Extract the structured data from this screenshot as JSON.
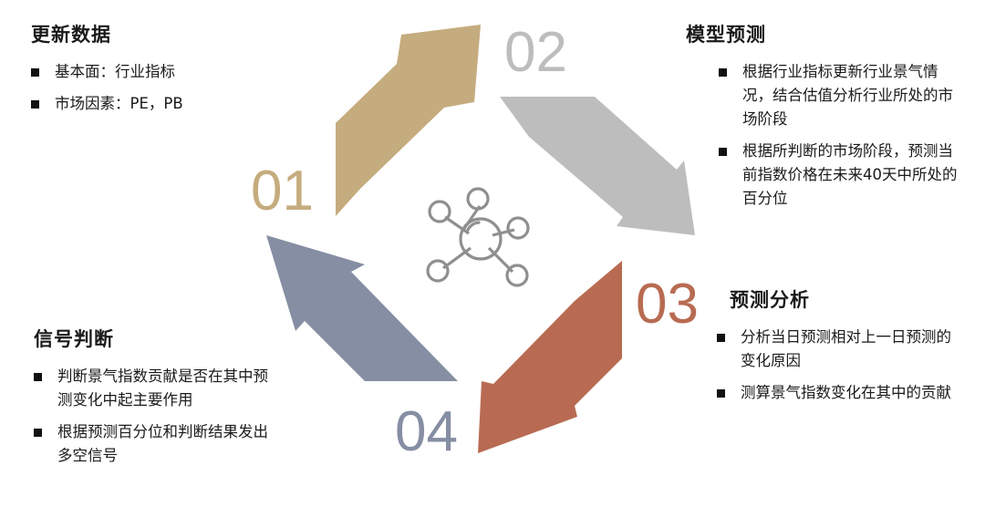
{
  "colors": {
    "step1": "#c5ac7e",
    "step2": "#bdbdbd",
    "step3": "#b86b52",
    "step4": "#868ea3",
    "hub": "#8f8f8f"
  },
  "hub": {
    "icon": "molecule-network-icon"
  },
  "steps": [
    {
      "number": "01",
      "title": "更新数据",
      "items": [
        "基本面：行业指标",
        "市场因素：PE，PB"
      ]
    },
    {
      "number": "02",
      "title": "模型预测",
      "items": [
        "根据行业指标更新行业景气情况，结合估值分析行业所处的市场阶段",
        "根据所判断的市场阶段，预测当前指数价格在未来40天中所处的百分位"
      ]
    },
    {
      "number": "03",
      "title": "预测分析",
      "items": [
        "分析当日预测相对上一日预测的变化原因",
        "测算景气指数变化在其中的贡献"
      ]
    },
    {
      "number": "04",
      "title": "信号判断",
      "items": [
        "判断景气指数贡献是否在其中预测变化中起主要作用",
        "根据预测百分位和判断结果发出多空信号"
      ]
    }
  ]
}
